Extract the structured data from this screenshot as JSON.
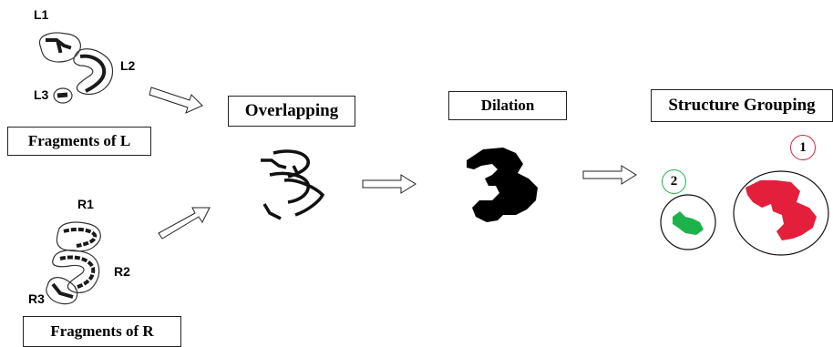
{
  "left_group": {
    "title": "Fragments of L",
    "fragments": [
      "L1",
      "L2",
      "L3"
    ]
  },
  "right_group": {
    "title": "Fragments of R",
    "fragments": [
      "R1",
      "R2",
      "R3"
    ]
  },
  "steps": {
    "overlapping": "Overlapping",
    "dilation": "Dilation",
    "grouping": "Structure Grouping"
  },
  "groups": [
    {
      "id": "1",
      "color": "#e31f3c"
    },
    {
      "id": "2",
      "color": "#1db34a"
    }
  ],
  "colors": {
    "outline": "#000000",
    "ring_red": "#e31f3c",
    "ring_green": "#1db34a"
  }
}
